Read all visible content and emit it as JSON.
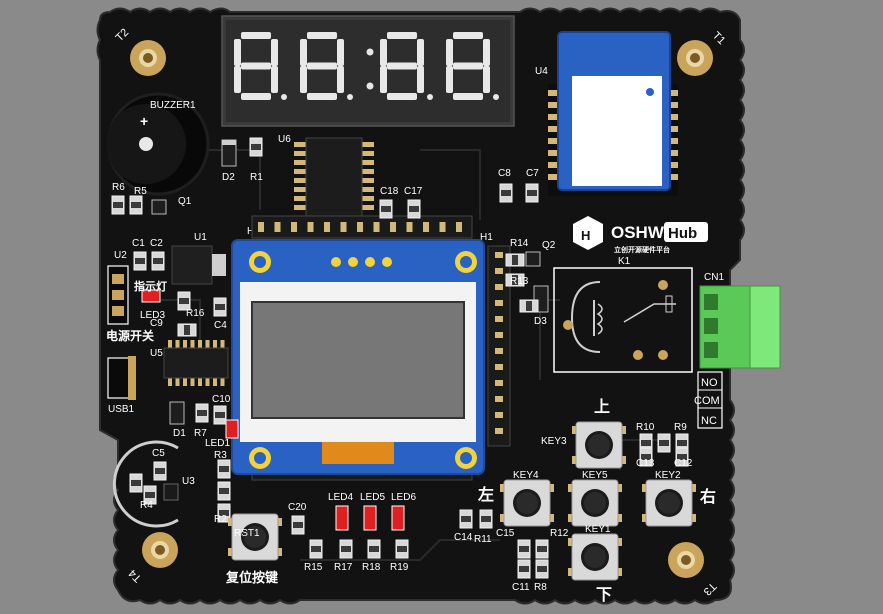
{
  "board": {
    "display_digits": [
      "8",
      "8",
      "8",
      "8"
    ],
    "brand": {
      "logo_word": "OSHW",
      "logo_hub": "Hub",
      "tagline": "立创开源硬件平台"
    },
    "mount_holes": {
      "t1": "T1",
      "t2": "T2",
      "t3": "T3",
      "t4": "T4"
    },
    "components": {
      "buzzer": "BUZZER1",
      "u6": "U6",
      "u4": "U4",
      "u1": "U1",
      "u2": "U2",
      "u3": "U3",
      "u5": "U5",
      "k1": "K1",
      "cn1": "CN1",
      "h1": "H1",
      "h": "H",
      "usb1": "USB1",
      "d1": "D1",
      "d2": "D2",
      "d3": "D3",
      "q1": "Q1",
      "q2": "Q2",
      "r1": "R1",
      "r2": "R2",
      "r3": "R3",
      "r4": "R4",
      "r5": "R5",
      "r6": "R6",
      "r7": "R7",
      "r8": "R8",
      "r9": "R9",
      "r10": "R10",
      "r11": "R11",
      "r12": "R12",
      "r13": "R13",
      "r14": "R14",
      "r15": "R15",
      "r16": "R16",
      "r17": "R17",
      "r18": "R18",
      "r19": "R19",
      "c1": "C1",
      "c2": "C2",
      "c4": "C4",
      "c5": "C5",
      "c7": "C7",
      "c8": "C8",
      "c9": "C9",
      "c10": "C10",
      "c11": "C11",
      "c12": "C12",
      "c13": "C13",
      "c14": "C14",
      "c15": "C15",
      "c17": "C17",
      "c18": "C18",
      "c20": "C20",
      "led1": "LED1",
      "led3": "LED3",
      "led4": "LED4",
      "led5": "LED5",
      "led6": "LED6",
      "key1": "KEY1",
      "key2": "KEY2",
      "key3": "KEY3",
      "key4": "KEY4",
      "key5": "KEY5",
      "rst1": "RST1"
    },
    "relay_terminals": [
      "NO",
      "COM",
      "NC"
    ],
    "silk_cn": {
      "up": "上",
      "down": "下",
      "left": "左",
      "right": "右",
      "power_switch": "电源开关",
      "indicator": "指示灯",
      "reset_key": "复位按键"
    },
    "colors": {
      "pcb": "#121212",
      "background": "#8a8a8a",
      "gold": "#c9a45a",
      "oled_blue": "#2a62c4",
      "terminal_green": "#6ee06a",
      "led_red": "#e02020",
      "copper": "#d4b87a"
    }
  }
}
